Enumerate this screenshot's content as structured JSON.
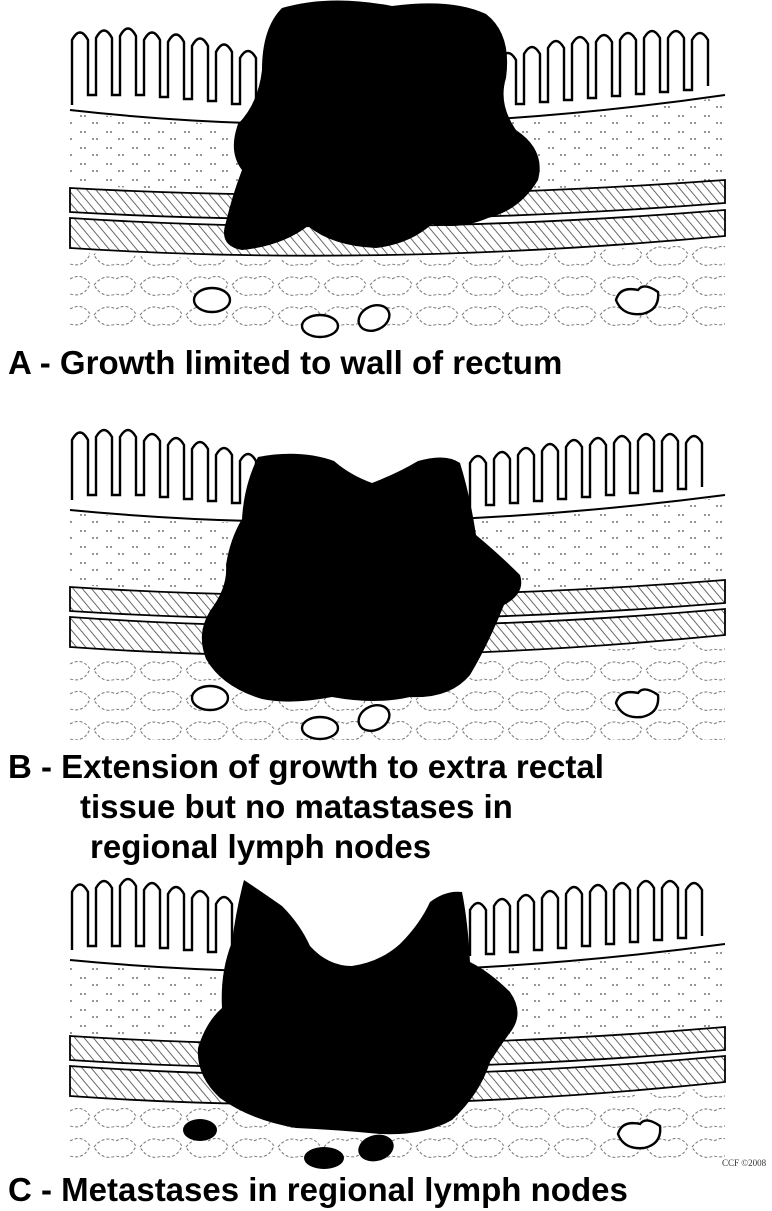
{
  "panels": [
    {
      "id": "A",
      "caption_lines": [
        "A - Growth limited to wall of rectum"
      ]
    },
    {
      "id": "B",
      "caption_lines": [
        "B - Extension of growth to extra rectal",
        "tissue but no matastases in",
        "regional lymph nodes"
      ]
    },
    {
      "id": "C",
      "caption_lines": [
        "C - Metastases in regional lymph nodes"
      ]
    }
  ],
  "signature": {
    "text": "CCF ©2008"
  },
  "colors": {
    "ink": "#000000",
    "background": "#ffffff",
    "muscle_hatch": "#555555"
  }
}
